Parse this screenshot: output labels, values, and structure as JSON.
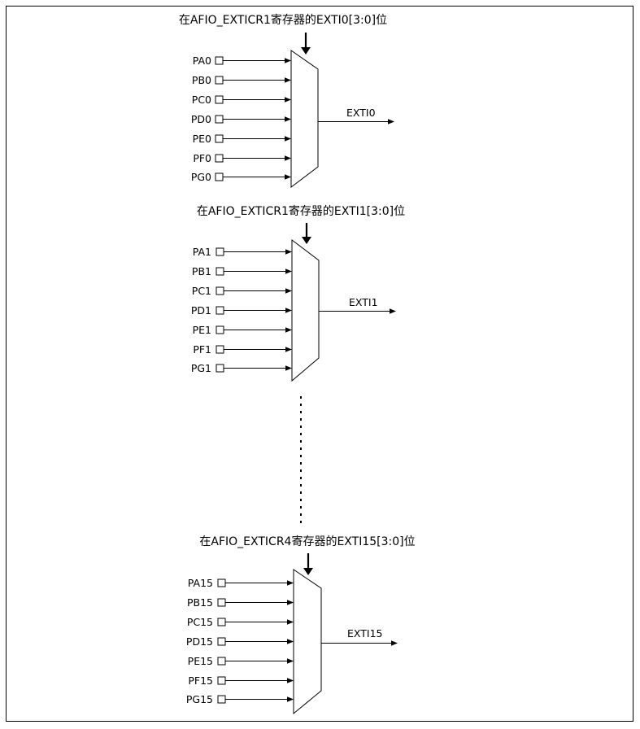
{
  "blocks": [
    {
      "title": "在AFIO_EXTICR1寄存器的EXTI0[3:0]位",
      "inputs": [
        "PA0",
        "PB0",
        "PC0",
        "PD0",
        "PE0",
        "PF0",
        "PG0"
      ],
      "output": "EXTI0"
    },
    {
      "title": "在AFIO_EXTICR1寄存器的EXTI1[3:0]位",
      "inputs": [
        "PA1",
        "PB1",
        "PC1",
        "PD1",
        "PE1",
        "PF1",
        "PG1"
      ],
      "output": "EXTI1"
    },
    {
      "title": "在AFIO_EXTICR4寄存器的EXTI15[3:0]位",
      "inputs": [
        "PA15",
        "PB15",
        "PC15",
        "PD15",
        "PE15",
        "PF15",
        "PG15"
      ],
      "output": "EXTI15"
    }
  ]
}
